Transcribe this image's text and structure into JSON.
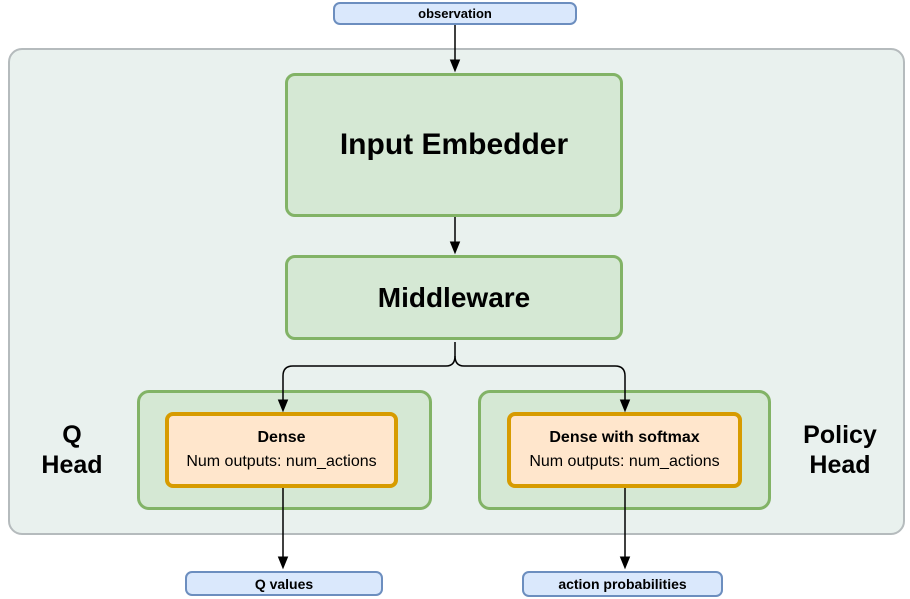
{
  "diagram": {
    "nodes": {
      "observation": {
        "label": "observation"
      },
      "input_embedder": {
        "label": "Input Embedder"
      },
      "middleware": {
        "label": "Middleware"
      },
      "q_head_label": {
        "line1": "Q",
        "line2": "Head"
      },
      "policy_head_label": {
        "line1": "Policy",
        "line2": "Head"
      },
      "dense": {
        "title": "Dense",
        "detail": "Num outputs: num_actions"
      },
      "dense_softmax": {
        "title": "Dense with softmax",
        "detail": "Num outputs: num_actions"
      },
      "q_values": {
        "label": "Q values"
      },
      "action_probabilities": {
        "label": "action probabilities"
      }
    },
    "colors": {
      "io_fill": "#dae8fc",
      "io_border": "#6c8ebf",
      "block_fill": "#d5e8d4",
      "block_border": "#82b366",
      "layer_fill": "#ffe6cc",
      "layer_border": "#d79b00",
      "container_fill": "#e9f1ee",
      "container_border": "#b5bbbd",
      "connector": "#000000"
    }
  }
}
